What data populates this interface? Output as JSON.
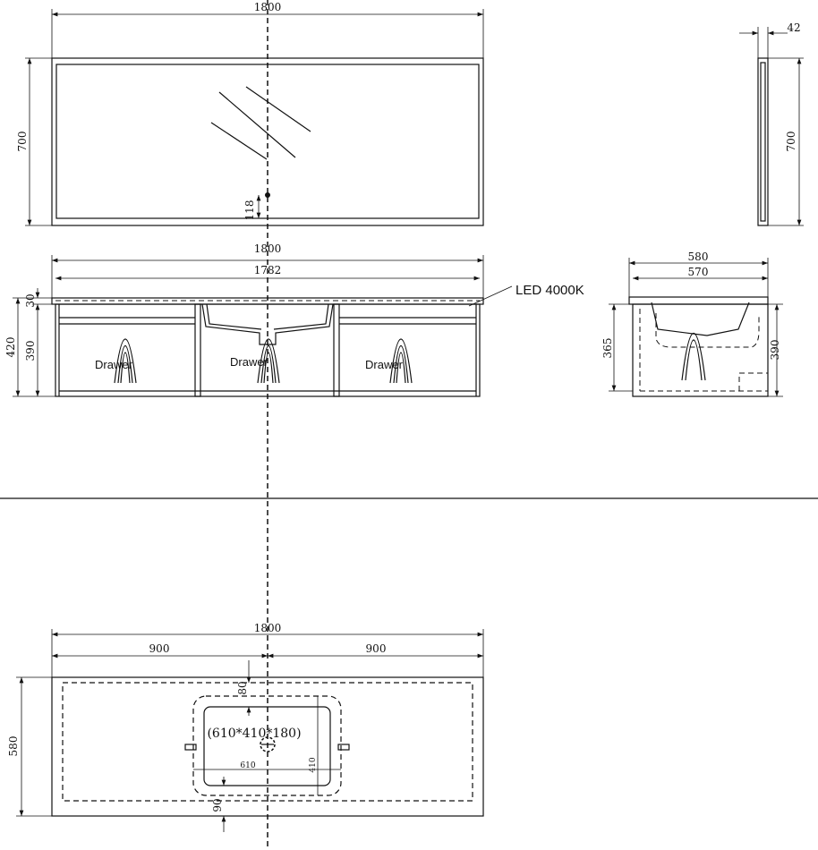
{
  "mirror_front": {
    "width": "1800",
    "height": "700",
    "light_offset": "118"
  },
  "mirror_side": {
    "depth": "42",
    "height": "700"
  },
  "vanity_front": {
    "width": "1800",
    "inner_width": "1782",
    "top_thickness": "30",
    "total_height": "420",
    "body_height": "390",
    "led_label": "LED 4000K",
    "drawers": [
      "Drawer",
      "Drawer",
      "Drawer"
    ]
  },
  "vanity_side": {
    "depth": "580",
    "inner_depth": "570",
    "basin_height": "365",
    "body_height": "390"
  },
  "plan": {
    "width": "1800",
    "left_half": "900",
    "right_half": "900",
    "depth": "580",
    "basin_spec": "(610*410*180)",
    "basin_width": "610",
    "basin_depth": "410",
    "front_offset": "80",
    "back_offset": "90"
  }
}
